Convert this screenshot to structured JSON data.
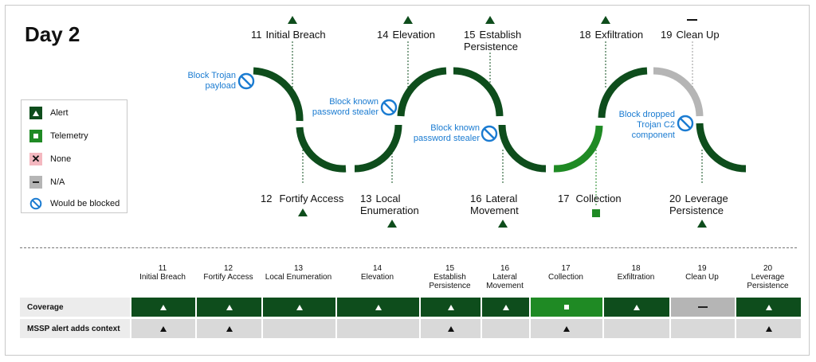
{
  "title": "Day 2",
  "colors": {
    "alert": "#0e4d1c",
    "telemetry": "#1f8a24",
    "none": "#f4b8c0",
    "na": "#b5b5b5",
    "blocked": "#1a7bd1"
  },
  "legend": [
    {
      "label": "Alert",
      "icon": "alert-triangle-icon"
    },
    {
      "label": "Telemetry",
      "icon": "telemetry-square-icon"
    },
    {
      "label": "None",
      "icon": "none-x-icon"
    },
    {
      "label": "N/A",
      "icon": "na-dash-icon"
    },
    {
      "label": "Would be blocked",
      "icon": "blocked-icon"
    }
  ],
  "steps": [
    {
      "num": "11",
      "name": "Initial Breach",
      "coverage": "alert"
    },
    {
      "num": "12",
      "name": "Fortify Access",
      "coverage": "alert"
    },
    {
      "num": "13",
      "name": "Local Enumeration",
      "coverage": "alert"
    },
    {
      "num": "14",
      "name": "Elevation",
      "coverage": "alert"
    },
    {
      "num": "15",
      "name": "Establish Persistence",
      "coverage": "alert"
    },
    {
      "num": "16",
      "name": "Lateral Movement",
      "coverage": "alert"
    },
    {
      "num": "17",
      "name": "Collection",
      "coverage": "telemetry"
    },
    {
      "num": "18",
      "name": "Exfiltration",
      "coverage": "alert"
    },
    {
      "num": "19",
      "name": "Clean Up",
      "coverage": "na"
    },
    {
      "num": "20",
      "name": "Leverage Persistence",
      "coverage": "alert"
    }
  ],
  "blocks": [
    {
      "text": "Block Trojan payload"
    },
    {
      "text": "Block known password stealer"
    },
    {
      "text": "Block known password stealer"
    },
    {
      "text": "Block dropped Trojan C2 component"
    }
  ],
  "table": {
    "columns": [
      {
        "num": "11",
        "name": "Initial Breach"
      },
      {
        "num": "12",
        "name": "Fortify Access"
      },
      {
        "num": "13",
        "name": "Local Enumeration"
      },
      {
        "num": "14",
        "name": "Elevation"
      },
      {
        "num": "15",
        "name": "Establish Persistence"
      },
      {
        "num": "16",
        "name": "Lateral Movement"
      },
      {
        "num": "17",
        "name": "Collection"
      },
      {
        "num": "18",
        "name": "Exfiltration"
      },
      {
        "num": "19",
        "name": "Clean Up"
      },
      {
        "num": "20",
        "name": "Leverage Persistence"
      }
    ],
    "rows": [
      {
        "label": "Coverage",
        "cells": [
          "alert",
          "alert",
          "alert",
          "alert",
          "alert",
          "alert",
          "telemetry",
          "alert",
          "na",
          "alert"
        ]
      },
      {
        "label": "MSSP alert adds context",
        "cells": [
          true,
          true,
          false,
          false,
          true,
          false,
          true,
          false,
          false,
          true
        ]
      }
    ]
  }
}
